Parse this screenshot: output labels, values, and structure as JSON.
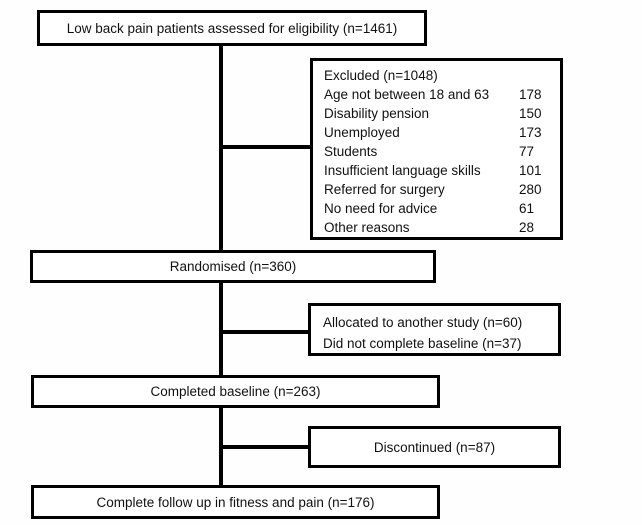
{
  "colors": {
    "border": "#000000",
    "background": "#ffffff",
    "text": "#111111"
  },
  "flow": {
    "eligibility": {
      "label": "Low back pain patients assessed for eligibility (n=1461)"
    },
    "excluded": {
      "title": "Excluded (n=1048)",
      "reasons": [
        {
          "label": "Age not between 18 and 63",
          "value": "178"
        },
        {
          "label": "Disability pension",
          "value": "150"
        },
        {
          "label": "Unemployed",
          "value": "173"
        },
        {
          "label": "Students",
          "value": "77"
        },
        {
          "label": "Insufficient language skills",
          "value": "101"
        },
        {
          "label": "Referred for surgery",
          "value": "280"
        },
        {
          "label": "No need for advice",
          "value": "61"
        },
        {
          "label": "Other reasons",
          "value": "28"
        }
      ]
    },
    "randomised": {
      "label": "Randomised (n=360)"
    },
    "allocated": {
      "lines": [
        "Allocated to another study (n=60)",
        "Did not complete baseline (n=37)"
      ]
    },
    "baseline": {
      "label": "Completed baseline (n=263)"
    },
    "discontinued": {
      "label": "Discontinued (n=87)"
    },
    "followup": {
      "label": "Complete follow up in fitness and pain (n=176)"
    }
  }
}
